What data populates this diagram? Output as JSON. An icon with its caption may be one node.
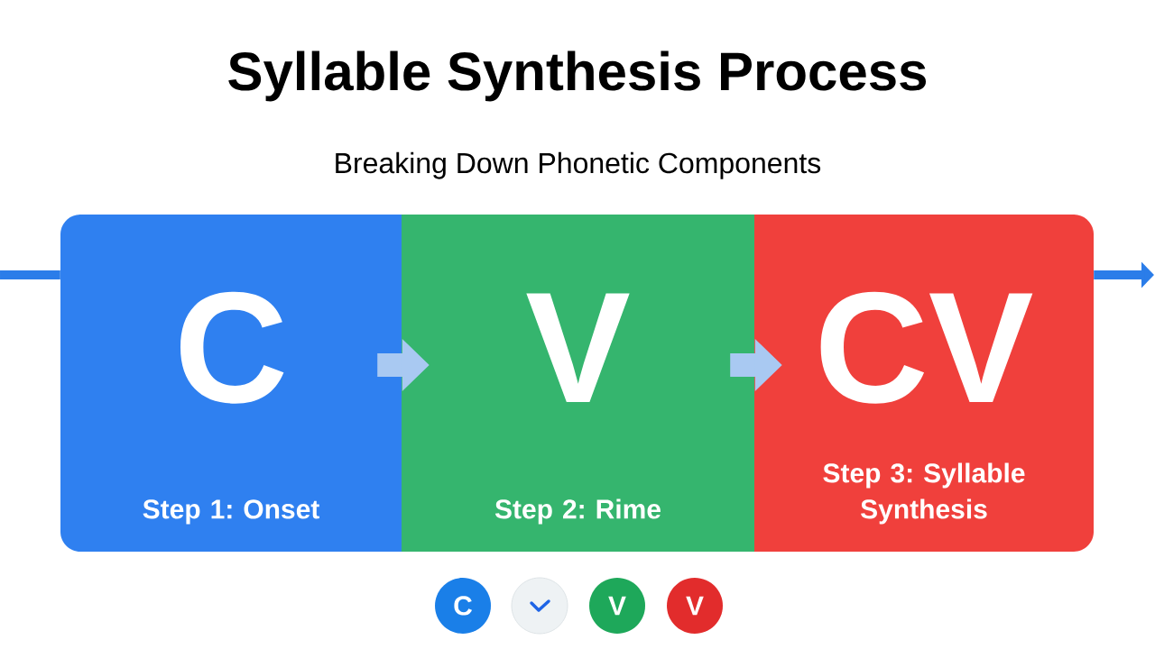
{
  "diagram": {
    "title": "Syllable Synthesis Process",
    "caption": "Breaking Down Phonetic Components",
    "nodes": [
      {
        "text": [
          "C",
          "Step 1: Onset"
        ]
      },
      {
        "text": [
          "V",
          "Step 2: Rime"
        ]
      },
      {
        "text": [
          "CV",
          "Step 3: Syllable Synthesis"
        ]
      },
      {
        "text": [
          "C"
        ]
      },
      {
        "text": [],
        "shape": "circle"
      },
      {
        "text": [
          "V"
        ]
      },
      {
        "text": [
          "V"
        ]
      }
    ],
    "edges": [
      {
        "from": null,
        "to": 0,
        "arrow": "none",
        "color": "#2b7de9"
      },
      {
        "from": 0,
        "to": 1,
        "arrow": "to",
        "style": "thick",
        "color": "#a9c9f2"
      },
      {
        "from": 1,
        "to": 2,
        "arrow": "to",
        "style": "thick",
        "color": "#a9c9f2"
      },
      {
        "from": 2,
        "to": null,
        "arrow": "to",
        "color": "#2b7de9"
      }
    ]
  }
}
